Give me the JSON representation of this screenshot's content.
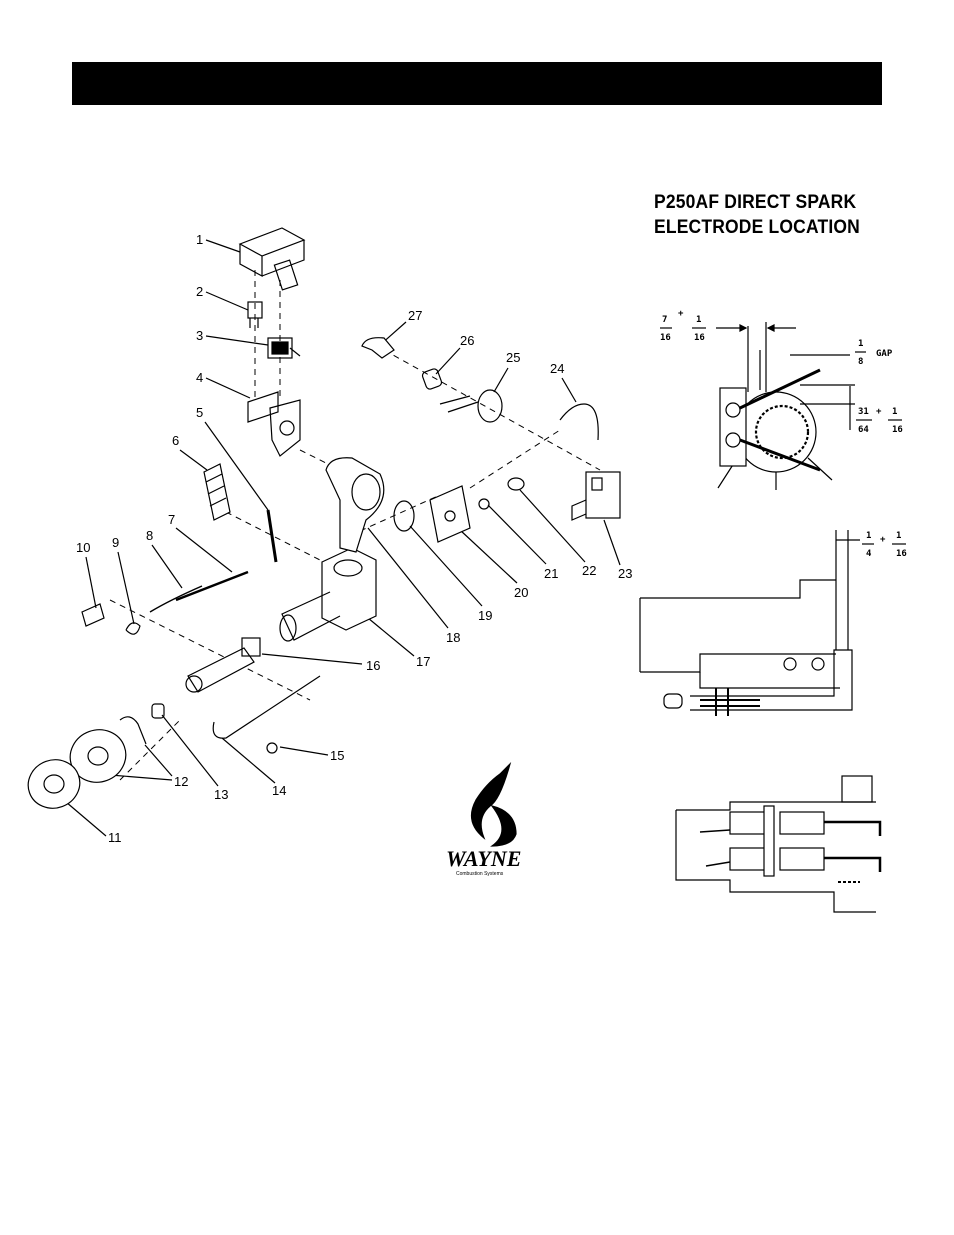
{
  "header": {
    "title_line1": "P250AF DIRECT SPARK",
    "title_line2": "ELECTRODE LOCATION"
  },
  "parts": [
    "1",
    "2",
    "3",
    "4",
    "5",
    "6",
    "7",
    "8",
    "9",
    "10",
    "11",
    "12",
    "13",
    "14",
    "15",
    "16",
    "17",
    "18",
    "19",
    "20",
    "21",
    "22",
    "23",
    "24",
    "25",
    "26",
    "27"
  ],
  "dimensions": {
    "d1_num": "7",
    "d1_op": "+",
    "d1_den": "16",
    "d1_tol_num": "1",
    "d1_tol_den": "16",
    "gap_num": "1",
    "gap_den": "8",
    "gap_label": "GAP",
    "d3_num": "31",
    "d3_den": "64",
    "d3_op": "+",
    "d3_tol_num": "1",
    "d3_tol_den": "16",
    "d4_num": "1",
    "d4_den": "4",
    "d4_op": "+",
    "d4_tol_num": "1",
    "d4_tol_den": "16"
  },
  "logo": {
    "brand": "WAYNE",
    "tagline": "Combustion Systems"
  },
  "colors": {
    "ink": "#000000",
    "paper": "#ffffff"
  }
}
